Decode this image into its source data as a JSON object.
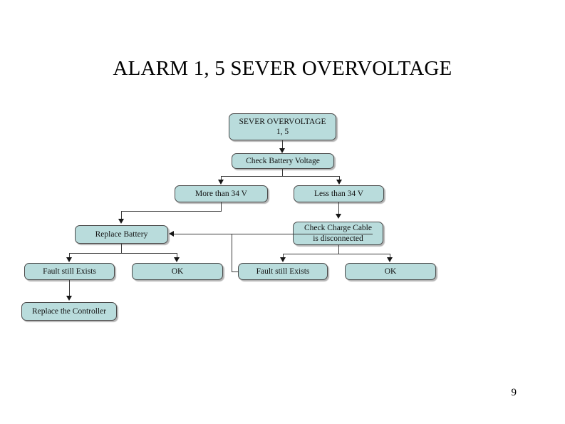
{
  "slide": {
    "title": "ALARM 1, 5 SEVER OVERVOLTAGE",
    "page_number": "9",
    "background_color": "#ffffff"
  },
  "style": {
    "node_fill": "#b9dcdc",
    "node_border": "#4a4a4a",
    "connector_color": "#3b3b3b",
    "text_color": "#111111"
  },
  "flowchart": {
    "nodes": [
      {
        "id": "root",
        "line1": "SEVER OVERVOLTAGE",
        "line2": "1, 5"
      },
      {
        "id": "check-voltage",
        "line1": "Check Battery Voltage",
        "line2": ""
      },
      {
        "id": "more-than-34v",
        "line1": "More than 34 V",
        "line2": ""
      },
      {
        "id": "less-than-34v",
        "line1": "Less than 34 V",
        "line2": ""
      },
      {
        "id": "replace-battery",
        "line1": "Replace Battery",
        "line2": ""
      },
      {
        "id": "check-cable",
        "line1": "Check Charge Cable",
        "line2": "is disconnected"
      },
      {
        "id": "fault-left",
        "line1": "Fault still Exists",
        "line2": ""
      },
      {
        "id": "ok-left",
        "line1": "OK",
        "line2": ""
      },
      {
        "id": "fault-right",
        "line1": "Fault still Exists",
        "line2": ""
      },
      {
        "id": "ok-right",
        "line1": "OK",
        "line2": ""
      },
      {
        "id": "replace-controller",
        "line1": "Replace the Controller",
        "line2": ""
      }
    ]
  }
}
